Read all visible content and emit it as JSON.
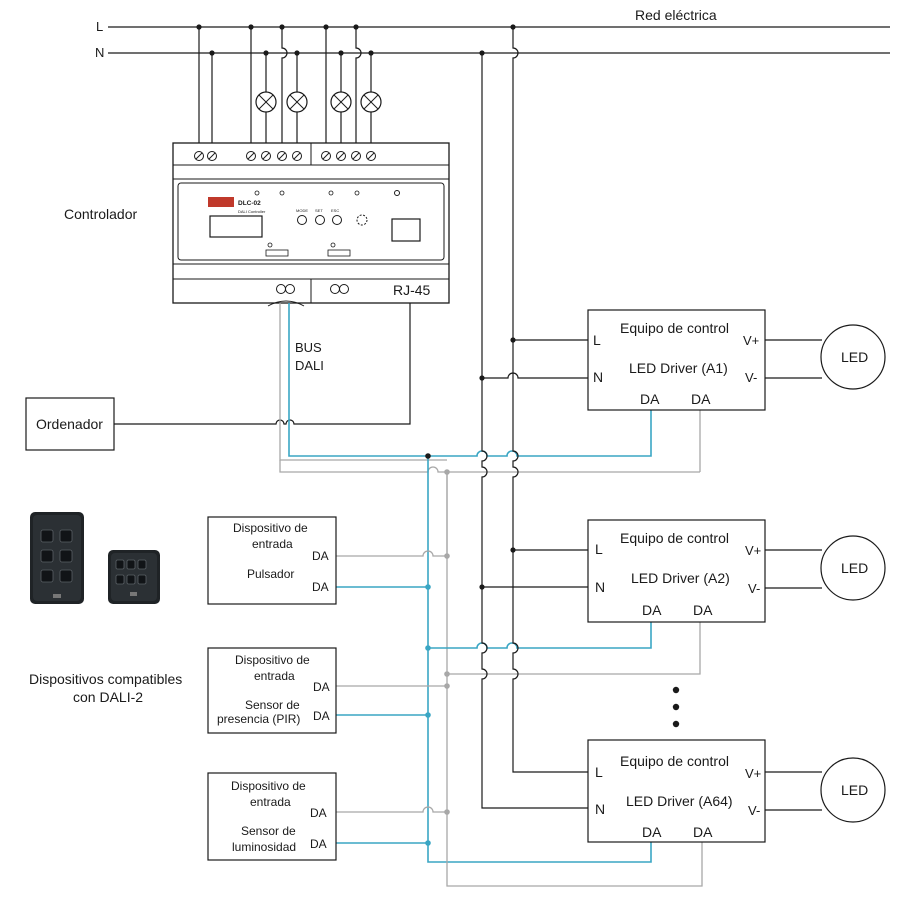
{
  "mains": {
    "line_label": "L",
    "neutral_label": "N",
    "title": "Red eléctrica"
  },
  "controller": {
    "label": "Controlador",
    "model": "DLC-02",
    "subtitle": "DALI Controller",
    "button_labels": [
      "MODE",
      "SET",
      "ESC"
    ],
    "rj45_label": "RJ-45",
    "brand_colors": {
      "logo": "#c0392b"
    }
  },
  "bus": {
    "label_line1": "BUS",
    "label_line2": "DALI"
  },
  "computer": {
    "label": "Ordenador"
  },
  "drivers": [
    {
      "title": "Equipo de control",
      "model": "LED Driver (A1)",
      "l": "L",
      "n": "N",
      "vplus": "V+",
      "vminus": "V-",
      "da1": "DA",
      "da2": "DA",
      "led": "LED"
    },
    {
      "title": "Equipo de control",
      "model": "LED Driver (A2)",
      "l": "L",
      "n": "N",
      "vplus": "V+",
      "vminus": "V-",
      "da1": "DA",
      "da2": "DA",
      "led": "LED"
    },
    {
      "title": "Equipo de control",
      "model": "LED Driver (A64)",
      "l": "L",
      "n": "N",
      "vplus": "V+",
      "vminus": "V-",
      "da1": "DA",
      "da2": "DA",
      "led": "LED"
    }
  ],
  "inputs": [
    {
      "line1": "Dispositivo de",
      "line2": "entrada",
      "name1": "Pulsador",
      "name2": "",
      "da1": "DA",
      "da2": "DA"
    },
    {
      "line1": "Dispositivo de",
      "line2": "entrada",
      "name1": "Sensor de",
      "name2": "presencia (PIR)",
      "da1": "DA",
      "da2": "DA"
    },
    {
      "line1": "Dispositivo de",
      "line2": "entrada",
      "name1": "Sensor de",
      "name2": "luminosidad",
      "da1": "DA",
      "da2": "DA"
    }
  ],
  "compatible": {
    "line1": "Dispositivos compatibles",
    "line2": "con DALI-2"
  },
  "colors": {
    "dali_blue": "#3aa6c4",
    "dali_gray": "#a8a8a8",
    "wire": "#1a1a1a"
  }
}
